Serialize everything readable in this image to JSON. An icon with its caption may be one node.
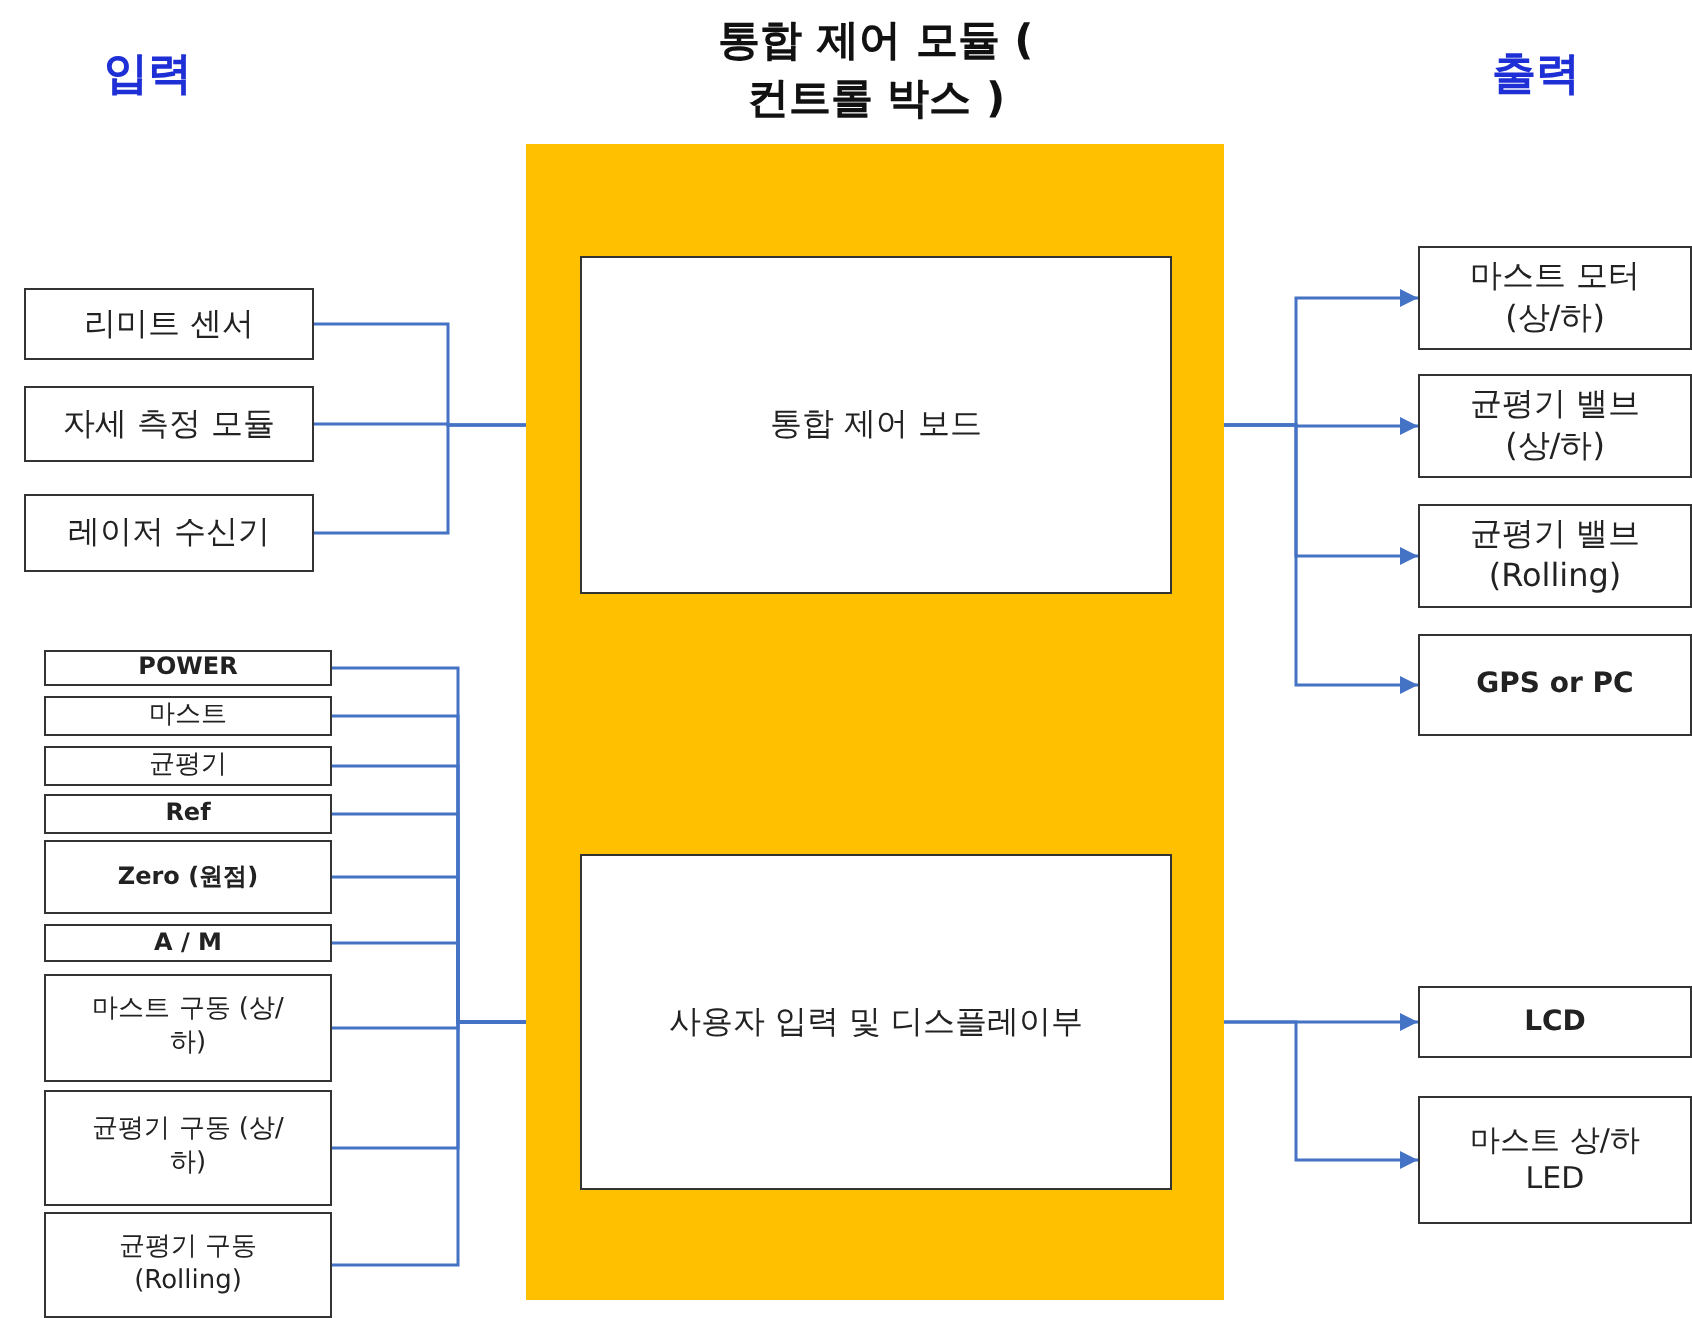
{
  "diagram": {
    "nodes": [
      {
        "text": [
          "통합 제어 모듈 ( 컨트롤 박스 )"
        ]
      },
      {
        "text": [
          "통합 제어 보드"
        ],
        "in": 0
      },
      {
        "text": [
          "사용자 입력 및 디스플레이부"
        ],
        "in": 0
      },
      {
        "text": [
          "리미트 센서"
        ]
      },
      {
        "text": [
          "자세 측정 모듈"
        ]
      },
      {
        "text": [
          "레이저 수신기"
        ]
      },
      {
        "text": [
          "POWER"
        ]
      },
      {
        "text": [
          "마스트"
        ]
      },
      {
        "text": [
          "균평기"
        ]
      },
      {
        "text": [
          "Ref"
        ]
      },
      {
        "text": [
          "Zero (원점)"
        ]
      },
      {
        "text": [
          "A / M"
        ]
      },
      {
        "text": [
          "마스트 구동 (상/하)"
        ]
      },
      {
        "text": [
          "균평기 구동 (상/하)"
        ]
      },
      {
        "text": [
          "균평기 구동 (Rolling)"
        ]
      },
      {
        "text": [
          "마스트 모터(상/하)"
        ]
      },
      {
        "text": [
          "균평기 밸브(상/하)"
        ]
      },
      {
        "text": [
          "균평기 밸브(Rolling)"
        ]
      },
      {
        "text": [
          "GPS or PC"
        ]
      },
      {
        "text": [
          "LCD"
        ]
      },
      {
        "text": [
          "마스트 상/하 LED"
        ]
      }
    ],
    "edges": [
      {
        "from": 3,
        "to": 1,
        "arrow": "to"
      },
      {
        "from": 4,
        "to": 1,
        "arrow": "to"
      },
      {
        "from": 5,
        "to": 1,
        "arrow": "to"
      },
      {
        "from": 6,
        "to": 2,
        "arrow": "to"
      },
      {
        "from": 7,
        "to": 2,
        "arrow": "to"
      },
      {
        "from": 8,
        "to": 2,
        "arrow": "to"
      },
      {
        "from": 9,
        "to": 2,
        "arrow": "to"
      },
      {
        "from": 10,
        "to": 2,
        "arrow": "to"
      },
      {
        "from": 11,
        "to": 2,
        "arrow": "to"
      },
      {
        "from": 12,
        "to": 2,
        "arrow": "to"
      },
      {
        "from": 13,
        "to": 2,
        "arrow": "to"
      },
      {
        "from": 14,
        "to": 2,
        "arrow": "to"
      },
      {
        "from": 1,
        "to": 15,
        "arrow": "to"
      },
      {
        "from": 1,
        "to": 16,
        "arrow": "to"
      },
      {
        "from": 1,
        "to": 17,
        "arrow": "to"
      },
      {
        "from": 1,
        "to": 18,
        "arrow": "to"
      },
      {
        "from": 2,
        "to": 19,
        "arrow": "to"
      },
      {
        "from": 2,
        "to": 20,
        "arrow": "to"
      }
    ],
    "labels": [
      "입력",
      "출력"
    ]
  }
}
